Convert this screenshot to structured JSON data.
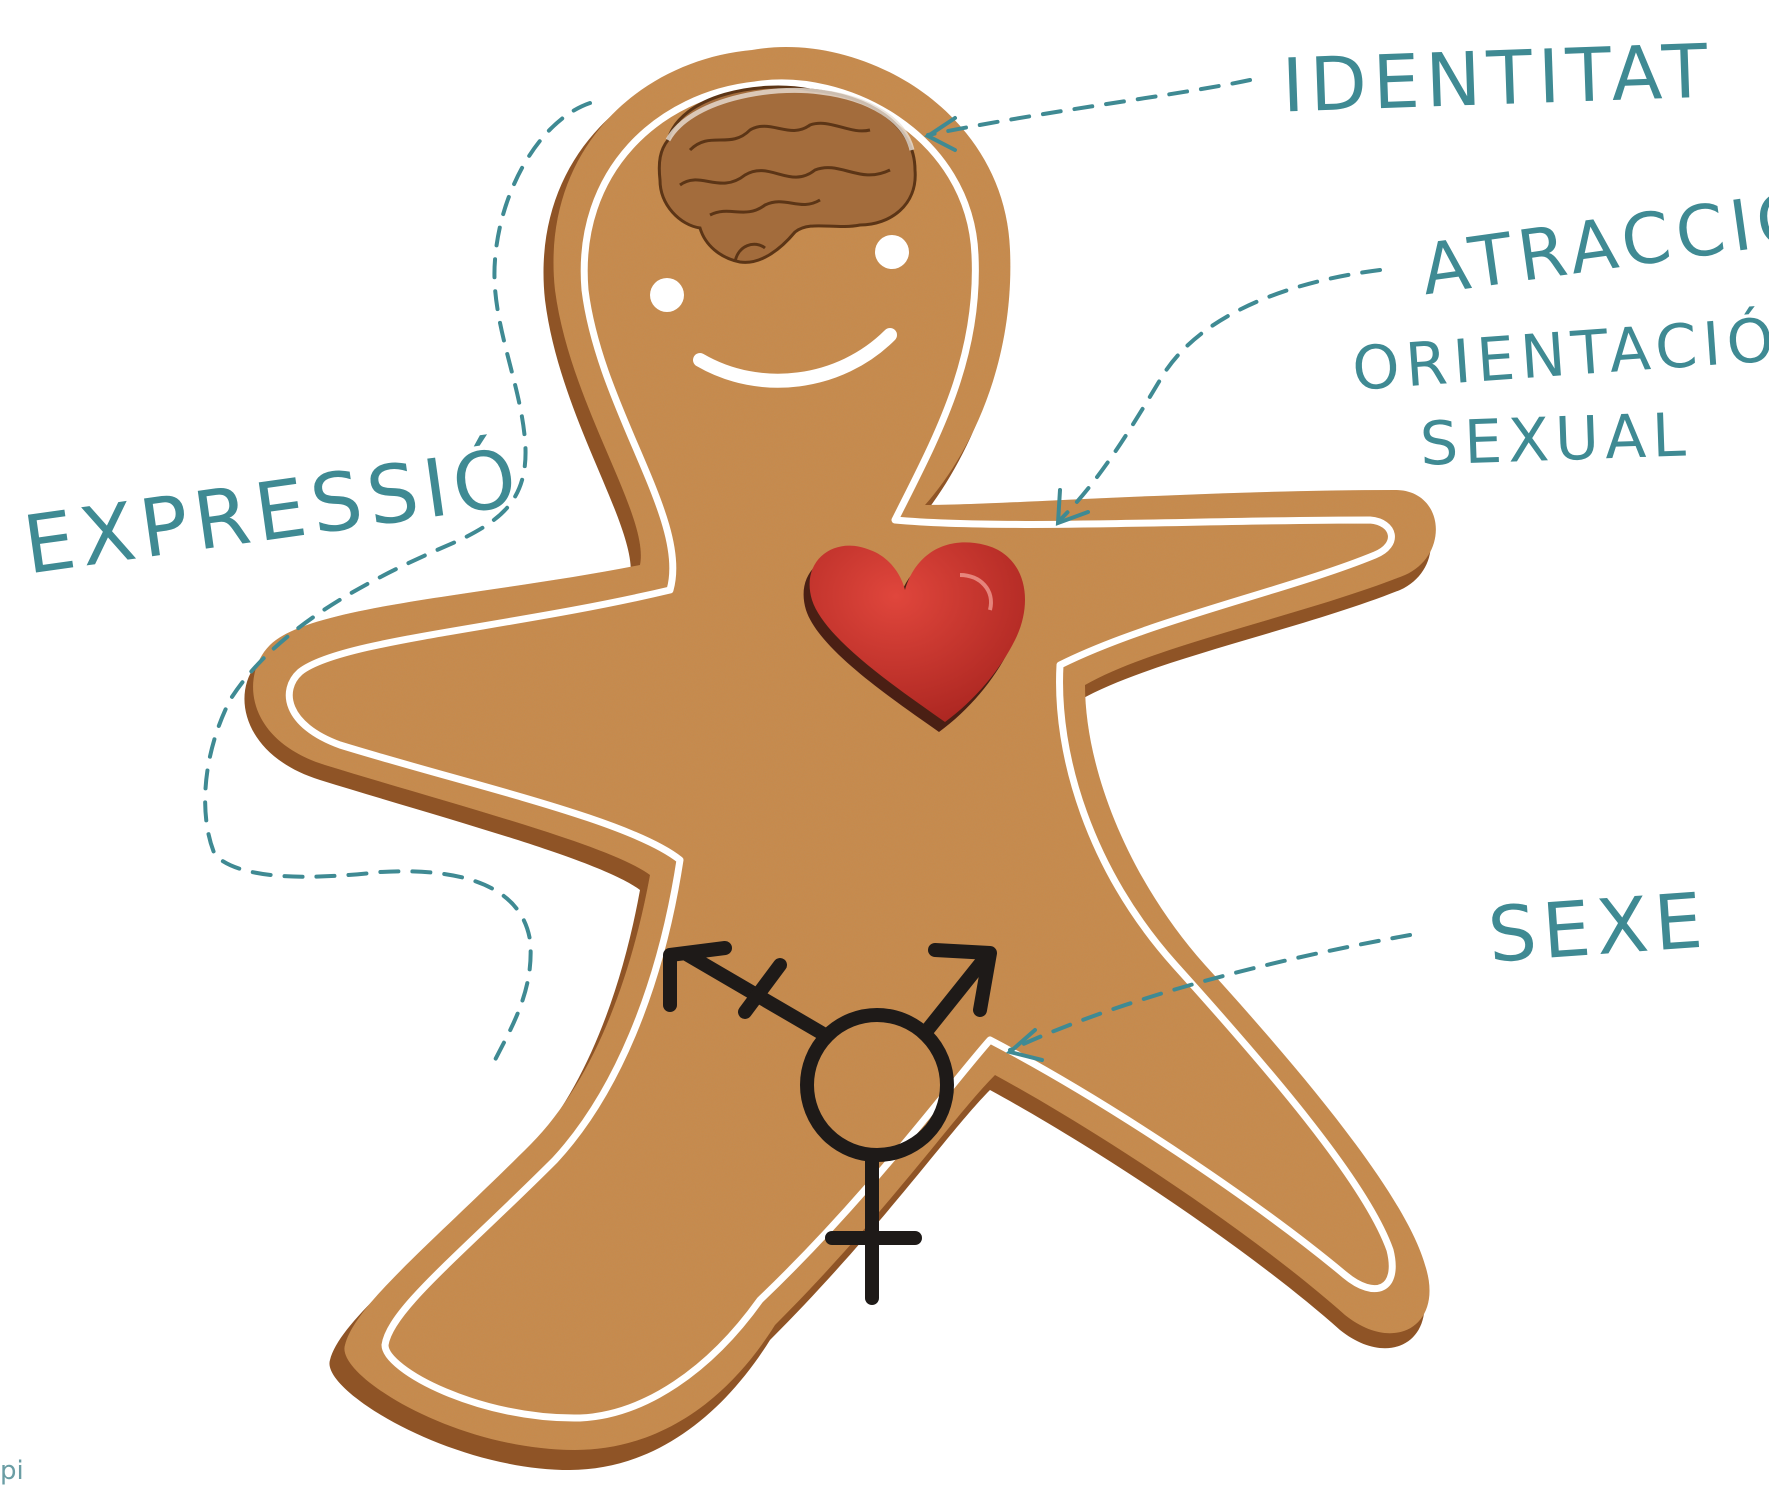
{
  "labels": {
    "identitat": "IDENTITAT",
    "atraccio": "ATRACCIÓ",
    "orientacio": "ORIENTACIÓ",
    "sexual": "SEXUAL",
    "expressio": "EXPRESSIÓ",
    "sexe": "SEXE"
  },
  "watermark": "pi",
  "colors": {
    "label_teal": "#3f8a93",
    "cookie": "#c98a4b",
    "cookie_edge": "#9a5e2c",
    "icing": "#ffffff",
    "heart": "#c8312b",
    "brain": "#9a6a3e",
    "symbol": "#1e1a18"
  },
  "icons": {
    "brain": "brain-icon",
    "heart": "heart-icon",
    "gender_symbol": "transgender-symbol-icon",
    "eyes": "eye-icon",
    "smile": "smile-icon"
  }
}
